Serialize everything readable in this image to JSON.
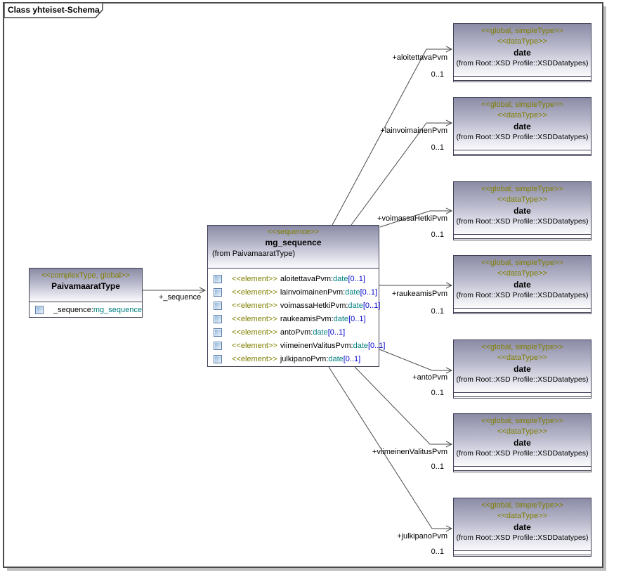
{
  "frame": {
    "title": "Class yhteiset-Schema"
  },
  "colors": {
    "stereotype_text": "#7f7f00",
    "type_link_text": "#007f7f",
    "cardinality_text": "#0000cd",
    "box_border": "#3f3f55",
    "gradient_top": "#8b8ba6",
    "frame_border": "#4a4a4a"
  },
  "icons": {
    "attribute_icon": "blue-gradient-square"
  },
  "left_class": {
    "stereotype": "<<complexType, global>>",
    "name": "PaivamaaratType",
    "attribute": {
      "name": "_sequence:",
      "type": "mg_sequence"
    }
  },
  "sequence_class": {
    "stereotype": "<<sequence>>",
    "name": "mg_sequence",
    "from": "(from PaivamaaratType)",
    "elements": [
      {
        "stereotype": "<<element>>",
        "name": "aloitettavaPvm:",
        "type": "date",
        "card": "[0..1]"
      },
      {
        "stereotype": "<<element>>",
        "name": "lainvoimainenPvm:",
        "type": "date",
        "card": "[0..1]"
      },
      {
        "stereotype": "<<element>>",
        "name": "voimassaHetkiPvm:",
        "type": "date",
        "card": "[0..1]"
      },
      {
        "stereotype": "<<element>>",
        "name": "raukeamisPvm:",
        "type": "date",
        "card": "[0..1]"
      },
      {
        "stereotype": "<<element>>",
        "name": "antoPvm:",
        "type": "date",
        "card": "[0..1]"
      },
      {
        "stereotype": "<<element>>",
        "name": "viimeinenValitusPvm:",
        "type": "date",
        "card": "[0..1]"
      },
      {
        "stereotype": "<<element>>",
        "name": "julkipanoPvm:",
        "type": "date",
        "card": "[0..1]"
      }
    ]
  },
  "date_class": {
    "stereotype1": "<<global, simpleType>>",
    "stereotype2": "<<dataType>>",
    "name": "date",
    "from": "(from Root::XSD Profile::XSDDatatypes)"
  },
  "connectors": {
    "sequence": {
      "label": "+_sequence"
    },
    "items": [
      {
        "label": "+aloitettavaPvm",
        "mult": "0..1"
      },
      {
        "label": "+lainvoimainenPvm",
        "mult": "0..1"
      },
      {
        "label": "+voimassaHetkiPvm",
        "mult": "0..1"
      },
      {
        "label": "+raukeamisPvm",
        "mult": "0..1"
      },
      {
        "label": "+antoPvm",
        "mult": "0..1"
      },
      {
        "label": "+viimeinenValitusPvm",
        "mult": "0..1"
      },
      {
        "label": "+julkipanoPvm",
        "mult": "0..1"
      }
    ]
  }
}
